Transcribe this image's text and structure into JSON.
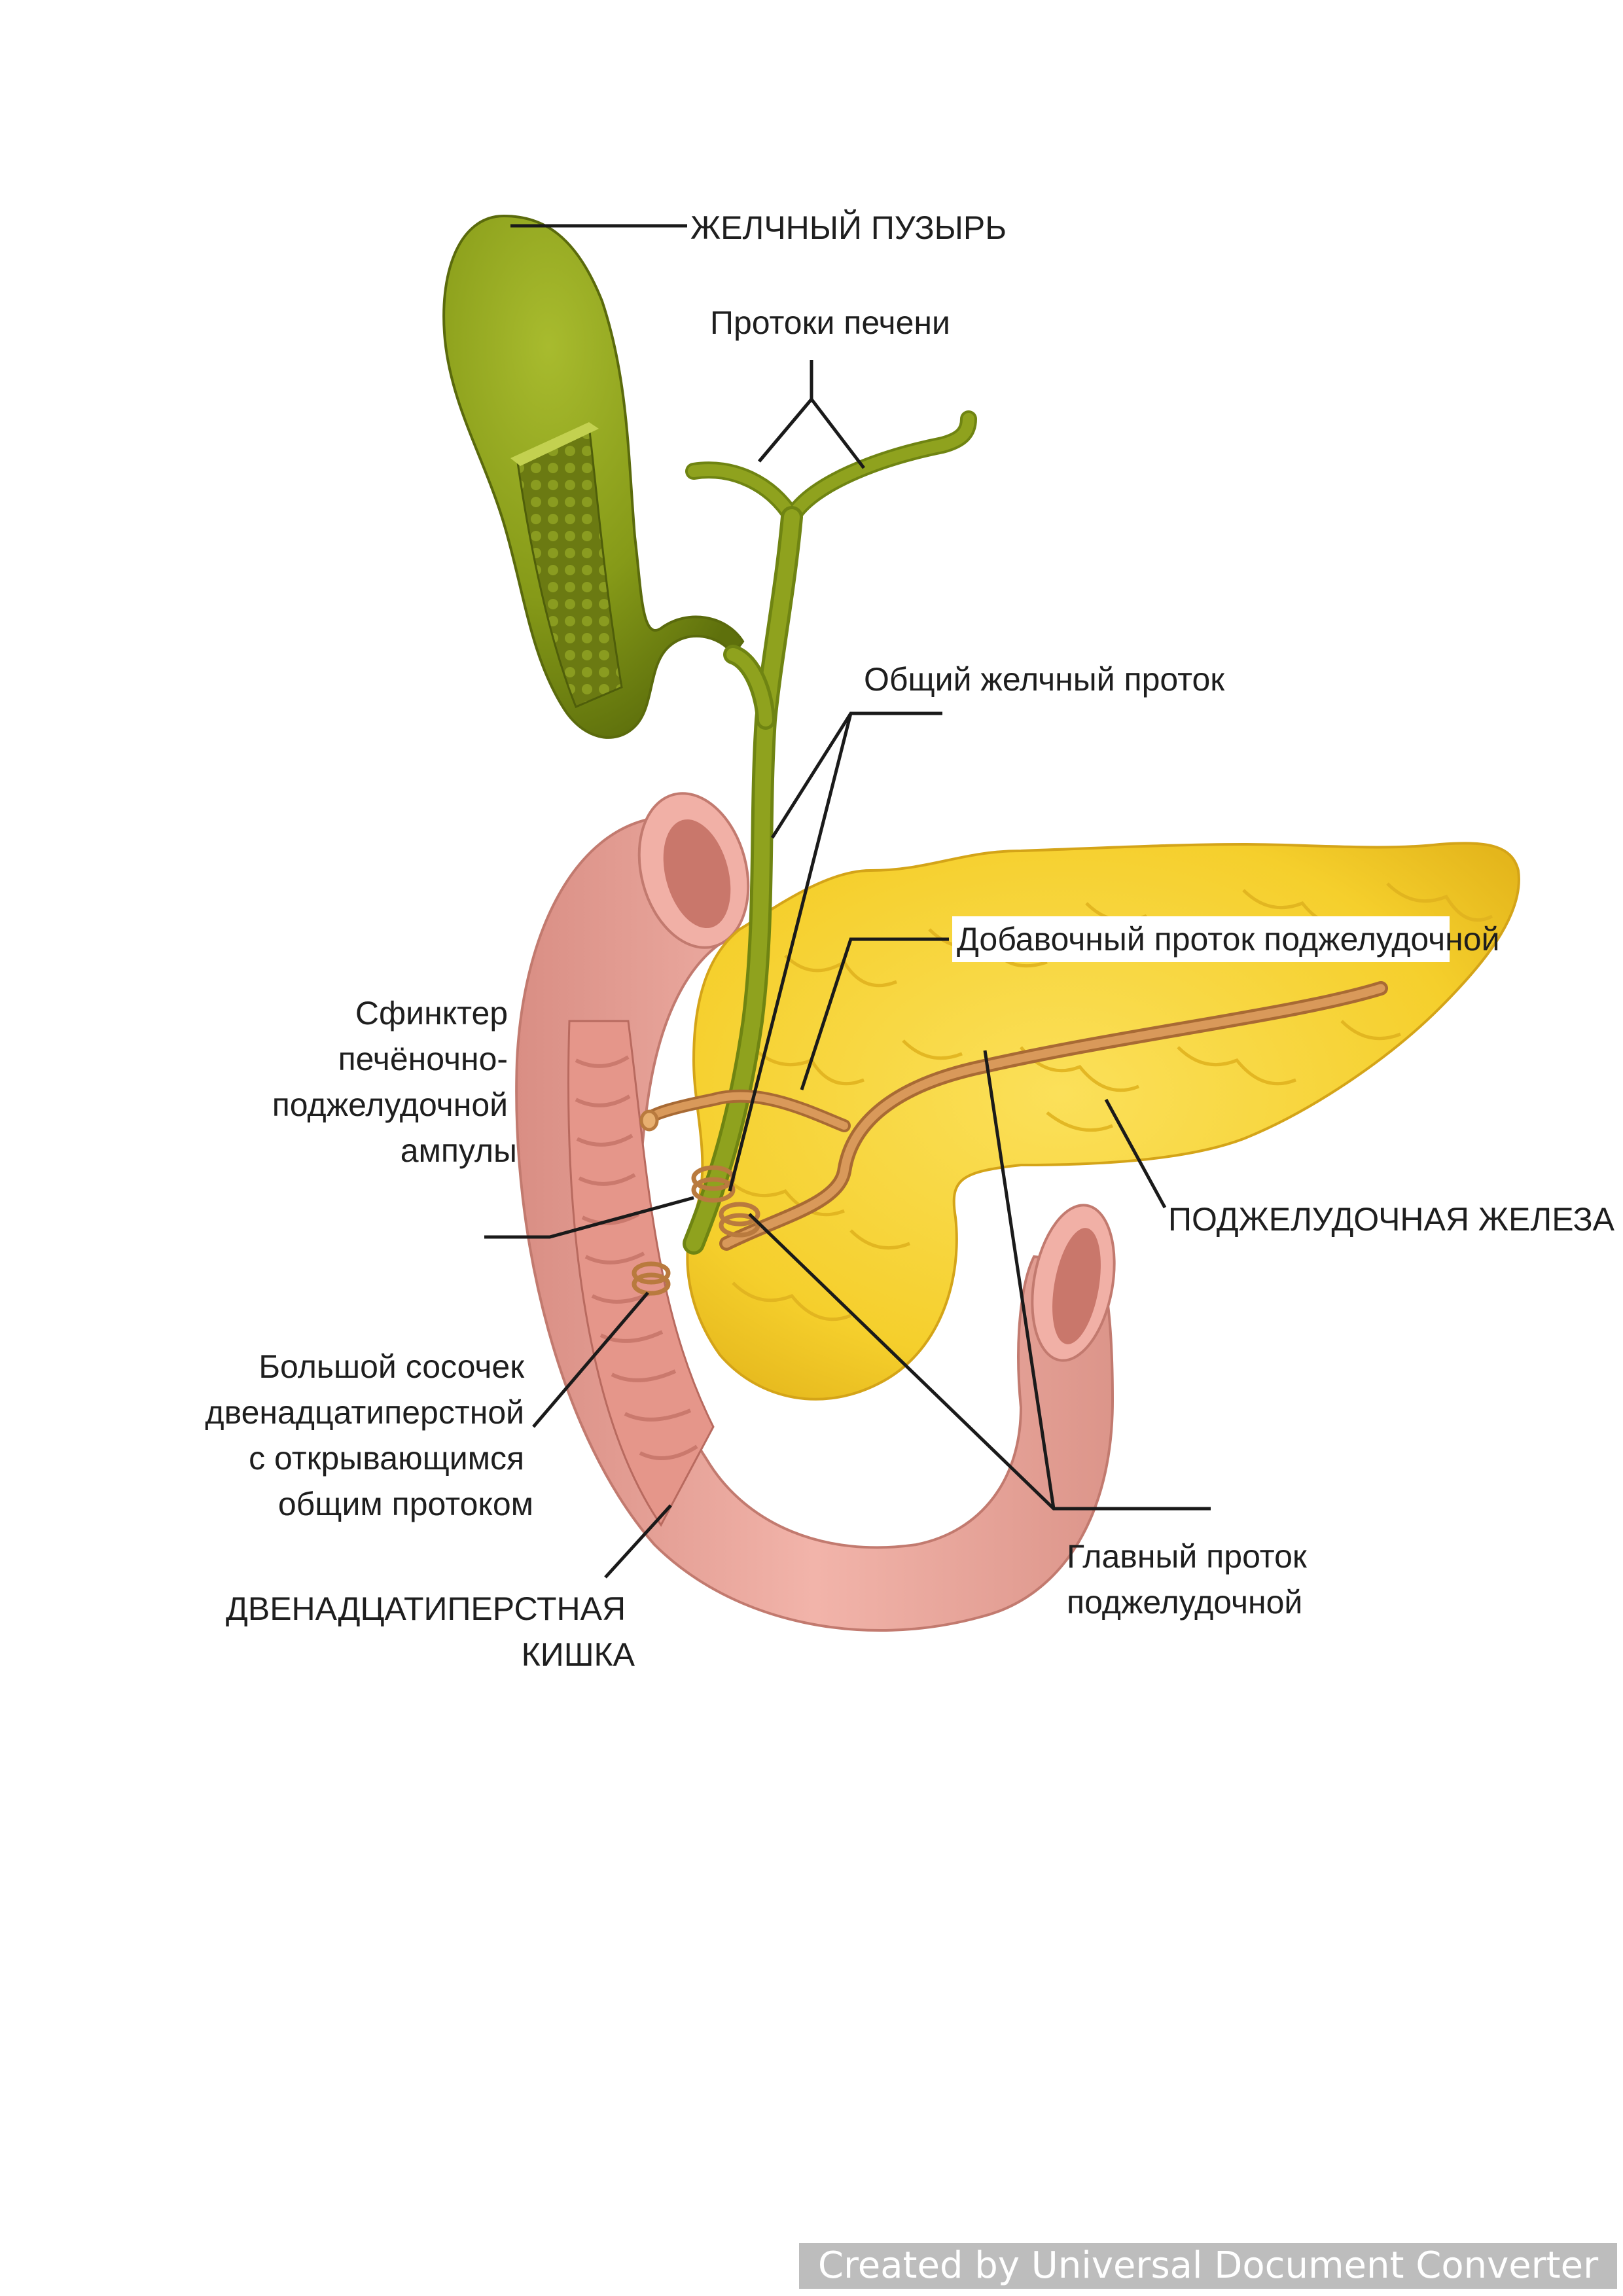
{
  "labels": {
    "gallbladder": "ЖЕЛЧНЫЙ ПУЗЫРЬ",
    "hepatic_ducts": "Протоки печени",
    "common_bile_duct": "Общий желчный проток",
    "accessory_pancreatic_duct": "Добавочный проток поджелудочной",
    "sphincter": [
      "Сфинктер",
      "печёночно-",
      "поджелудочной",
      "ампулы"
    ],
    "pancreas": "ПОДЖЕЛУДОЧНАЯ ЖЕЛЕЗА",
    "major_papilla": [
      "Большой сосочек",
      "двенадцатиперстной",
      "с открывающимся",
      "общим протоком"
    ],
    "duodenum": [
      "ДВЕНАДЦАТИПЕРСТНАЯ",
      "КИШКА"
    ],
    "main_pancreatic_duct": [
      "Главный проток",
      "поджелудочной"
    ]
  },
  "watermark": "Created by Universal Document Converter",
  "colors": {
    "gallbladder": "#8fa21e",
    "gallbladder_dark": "#5f7010",
    "pancreas": "#f7d438",
    "pancreas_shade": "#e3b81e",
    "duodenum": "#eba79d",
    "duodenum_dark": "#c9786c",
    "duct": "#c98a4a"
  }
}
